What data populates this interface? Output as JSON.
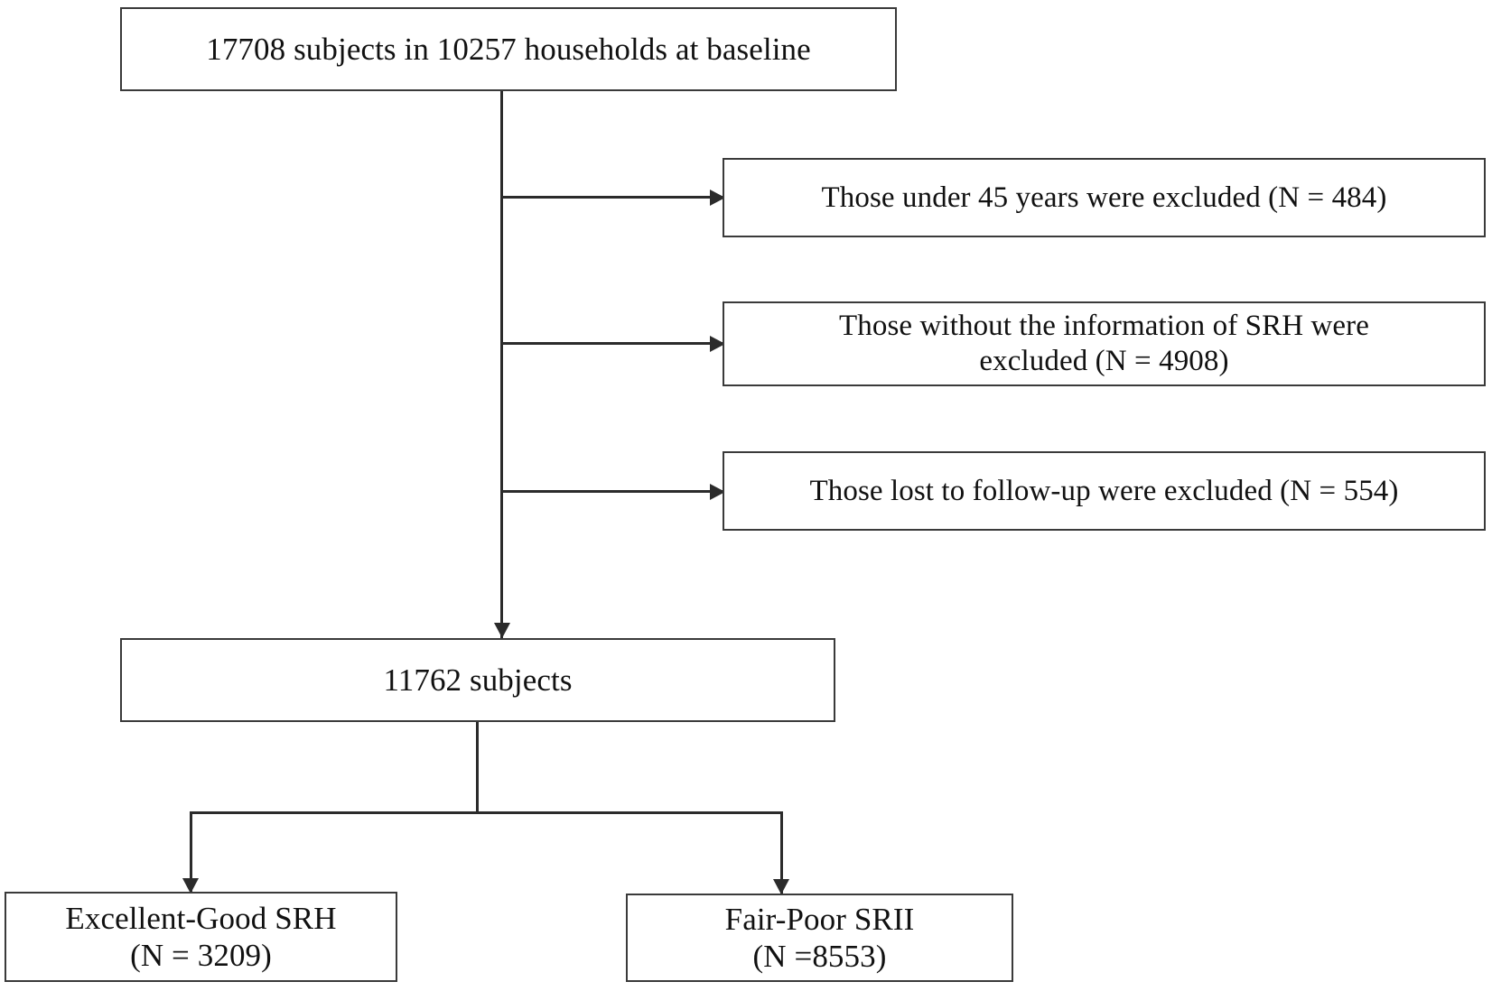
{
  "diagram": {
    "title": "Study participant flow diagram",
    "type": "flowchart",
    "background_color": "#ffffff",
    "line_color": "#2b2b2b",
    "box_border_color": "#3a3a3a",
    "text_color": "#111111"
  },
  "boxes": {
    "baseline": {
      "text": "17708 subjects in 10257 households at baseline",
      "n_subjects": 17708,
      "n_households": 10257
    },
    "excluded_age": {
      "text": "Those  under 45 years were excluded (N = 484)",
      "n_excluded": 484
    },
    "excluded_srh": {
      "text": "Those  without the information of  SRH were\nexcluded (N = 4908)",
      "n_excluded": 4908
    },
    "excluded_followup": {
      "text": "Those lost to follow-up were excluded (N = 554)",
      "n_excluded": 554
    },
    "analysed": {
      "text": "11762 subjects",
      "n_subjects": 11762
    },
    "excellent_good": {
      "text": "Excellent-Good SRH\n(N = 3209)",
      "n_subjects": 3209
    },
    "fair_poor": {
      "text": "Fair-Poor SRII\n(N =8553)",
      "n_subjects": 8553
    }
  },
  "connectors": {
    "trunk_label": "main-vertical-trunk",
    "branch_age_label": "branch-to-age-exclusion",
    "branch_srh_label": "branch-to-srh-exclusion",
    "branch_followup_label": "branch-to-followup-exclusion",
    "split_label": "split-to-srh-groups"
  }
}
